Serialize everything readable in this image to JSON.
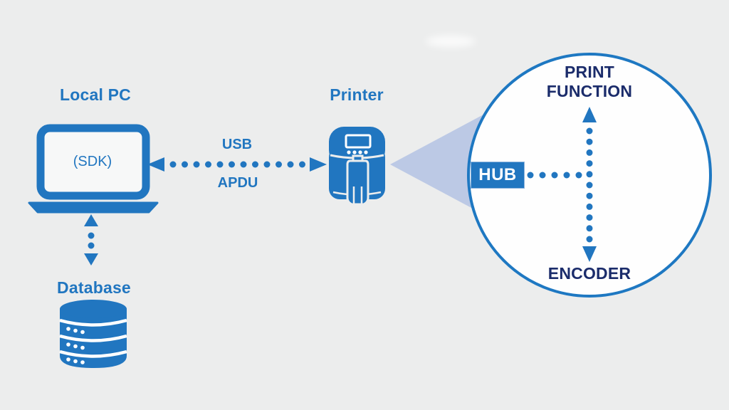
{
  "diagram": {
    "local_pc": {
      "title": "Local PC",
      "screen_text": "(SDK)",
      "icon": "laptop-icon"
    },
    "printer": {
      "title": "Printer",
      "icon": "card-printer-icon"
    },
    "database": {
      "title": "Database",
      "icon": "database-icon"
    },
    "link_pc_printer": {
      "label_top": "USB",
      "label_bottom": "APDU",
      "style": "dotted",
      "arrows": "both-ends"
    },
    "link_pc_database": {
      "style": "dotted",
      "arrows": "both-ends"
    },
    "magnified_view": {
      "top_label": "PRINT FUNCTION",
      "hub_label": "HUB",
      "bottom_label": "ENCODER",
      "vertical_link": {
        "style": "dotted",
        "arrows": "both-ends"
      },
      "horizontal_link": {
        "style": "dotted",
        "arrows": "none"
      }
    }
  },
  "colors": {
    "background": "#ECEDED",
    "primary_blue": "#2176C0",
    "navy": "#1B2C6B",
    "cone_light_blue": "#BCC9E5",
    "circle_stroke": "#1E78C2",
    "white": "#FFFFFF"
  }
}
